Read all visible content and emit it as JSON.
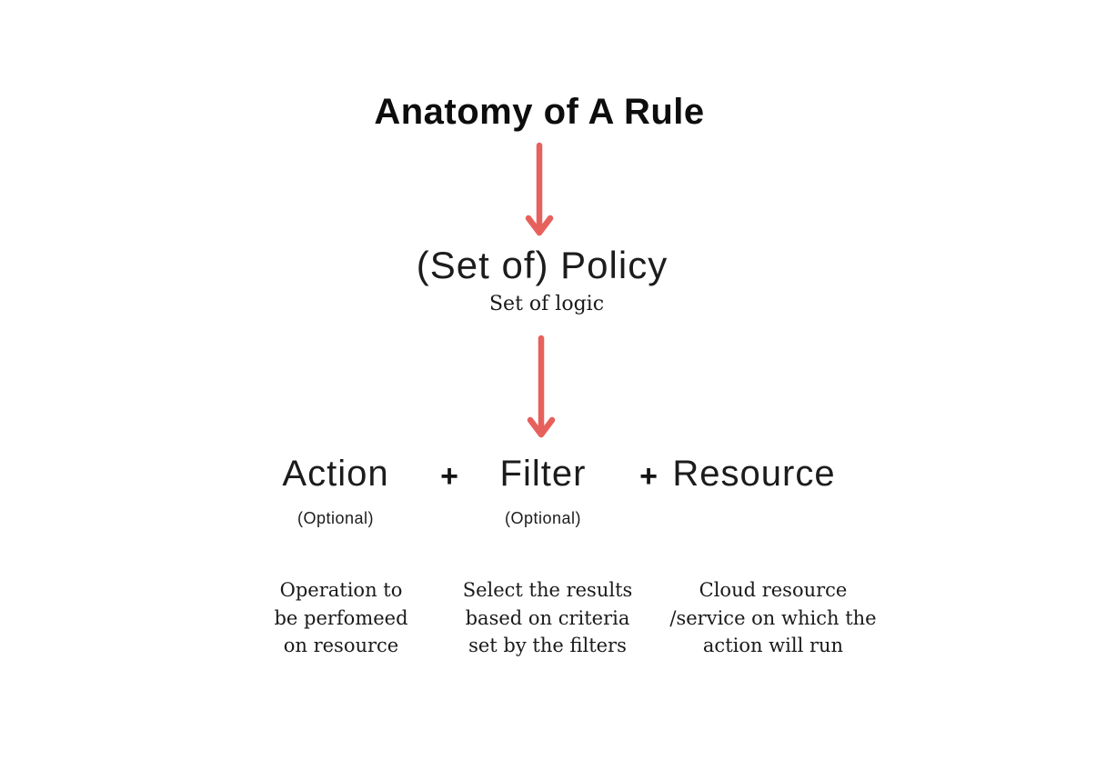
{
  "colors": {
    "background": "#ffffff",
    "arrow": "#e7615c",
    "text": "#1a1a1a"
  },
  "title": "Anatomy of A Rule",
  "policy": {
    "label": "(Set of) Policy",
    "sublabel": "Set of logic"
  },
  "separator": "+",
  "components": [
    {
      "label": "Action",
      "note": "(Optional)",
      "description": "Operation to\nbe perfomeed\non resource"
    },
    {
      "label": "Filter",
      "note": "(Optional)",
      "description": "Select the results\nbased on criteria\nset by the filters"
    },
    {
      "label": "Resource",
      "description": "Cloud resource\n/service on which the\naction will run"
    }
  ]
}
